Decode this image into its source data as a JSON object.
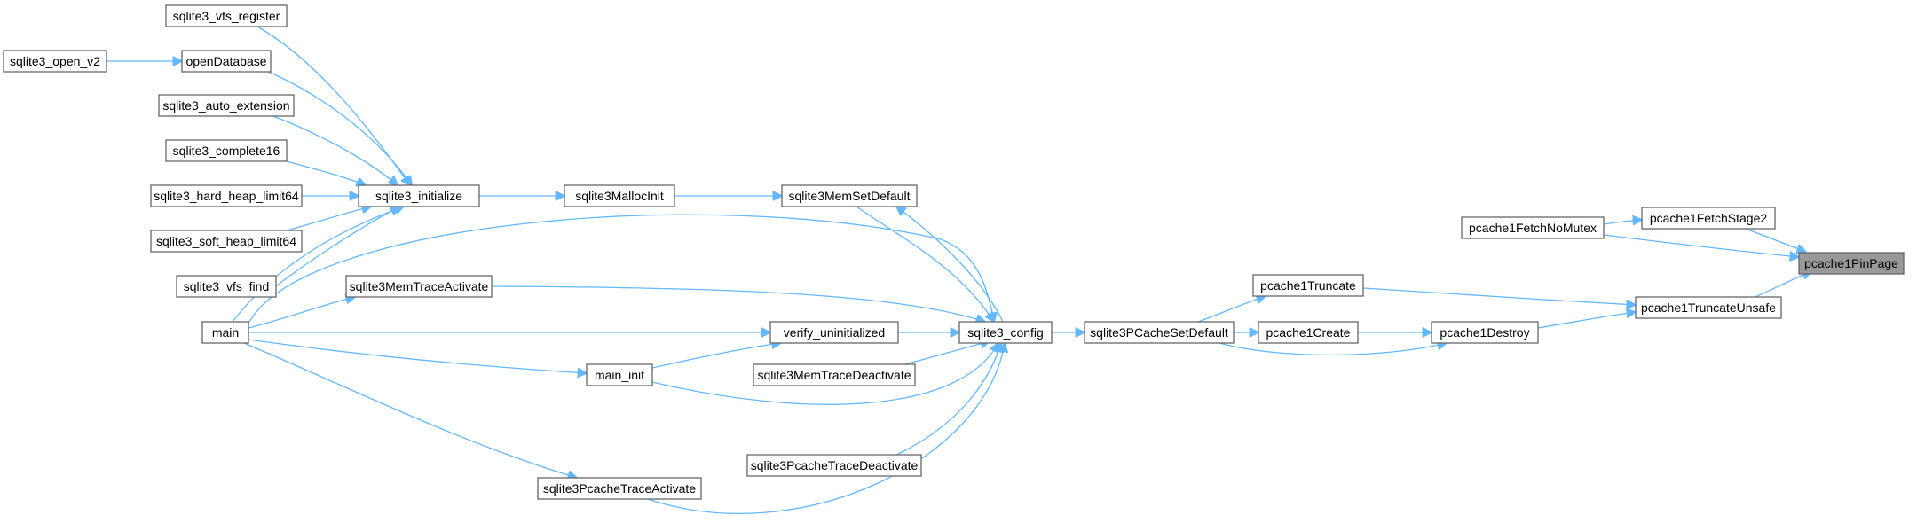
{
  "diagram": {
    "type": "call-graph",
    "colors": {
      "edge": "#63b8ff",
      "node_border": "#666666",
      "target_fill": "#999999",
      "node_fill": "#ffffff"
    },
    "nodes": [
      {
        "id": "pcache1PinPage",
        "label": "pcache1PinPage",
        "highlight": true
      },
      {
        "id": "pcache1FetchStage2",
        "label": "pcache1FetchStage2"
      },
      {
        "id": "pcache1TruncateUnsafe",
        "label": "pcache1TruncateUnsafe"
      },
      {
        "id": "pcache1FetchNoMutex",
        "label": "pcache1FetchNoMutex"
      },
      {
        "id": "pcache1Destroy",
        "label": "pcache1Destroy"
      },
      {
        "id": "pcache1Truncate",
        "label": "pcache1Truncate"
      },
      {
        "id": "pcache1Create",
        "label": "pcache1Create"
      },
      {
        "id": "sqlite3PCacheSetDefault",
        "label": "sqlite3PCacheSetDefault"
      },
      {
        "id": "sqlite3_config",
        "label": "sqlite3_config"
      },
      {
        "id": "sqlite3MemSetDefault",
        "label": "sqlite3MemSetDefault"
      },
      {
        "id": "verify_uninitialized",
        "label": "verify_uninitialized"
      },
      {
        "id": "sqlite3MemTraceDeactivate",
        "label": "sqlite3MemTraceDeactivate"
      },
      {
        "id": "sqlite3PcacheTraceDeactivate",
        "label": "sqlite3PcacheTraceDeactivate"
      },
      {
        "id": "sqlite3MallocInit",
        "label": "sqlite3MallocInit"
      },
      {
        "id": "sqlite3_initialize",
        "label": "sqlite3_initialize"
      },
      {
        "id": "sqlite3MemTraceActivate",
        "label": "sqlite3MemTraceActivate"
      },
      {
        "id": "main_init",
        "label": "main_init"
      },
      {
        "id": "sqlite3PcacheTraceActivate",
        "label": "sqlite3PcacheTraceActivate"
      },
      {
        "id": "sqlite3_vfs_register",
        "label": "sqlite3_vfs_register"
      },
      {
        "id": "openDatabase",
        "label": "openDatabase"
      },
      {
        "id": "sqlite3_auto_extension",
        "label": "sqlite3_auto_extension"
      },
      {
        "id": "sqlite3_complete16",
        "label": "sqlite3_complete16"
      },
      {
        "id": "sqlite3_hard_heap_limit64",
        "label": "sqlite3_hard_heap_limit64"
      },
      {
        "id": "sqlite3_soft_heap_limit64",
        "label": "sqlite3_soft_heap_limit64"
      },
      {
        "id": "sqlite3_vfs_find",
        "label": "sqlite3_vfs_find"
      },
      {
        "id": "main",
        "label": "main"
      },
      {
        "id": "sqlite3_open_v2",
        "label": "sqlite3_open_v2"
      }
    ],
    "edges": [
      {
        "from": "pcache1FetchStage2",
        "to": "pcache1PinPage"
      },
      {
        "from": "pcache1FetchNoMutex",
        "to": "pcache1PinPage"
      },
      {
        "from": "pcache1TruncateUnsafe",
        "to": "pcache1PinPage"
      },
      {
        "from": "pcache1FetchNoMutex",
        "to": "pcache1FetchStage2"
      },
      {
        "from": "pcache1Destroy",
        "to": "pcache1TruncateUnsafe"
      },
      {
        "from": "pcache1Truncate",
        "to": "pcache1TruncateUnsafe"
      },
      {
        "from": "pcache1Create",
        "to": "pcache1Destroy"
      },
      {
        "from": "sqlite3PCacheSetDefault",
        "to": "pcache1Destroy"
      },
      {
        "from": "sqlite3PCacheSetDefault",
        "to": "pcache1Truncate"
      },
      {
        "from": "sqlite3PCacheSetDefault",
        "to": "pcache1Create"
      },
      {
        "from": "sqlite3_config",
        "to": "sqlite3PCacheSetDefault"
      },
      {
        "from": "sqlite3MemSetDefault",
        "to": "sqlite3_config"
      },
      {
        "from": "sqlite3_config",
        "to": "sqlite3MemSetDefault"
      },
      {
        "from": "sqlite3MallocInit",
        "to": "sqlite3MemSetDefault"
      },
      {
        "from": "sqlite3_initialize",
        "to": "sqlite3MallocInit"
      },
      {
        "from": "main",
        "to": "sqlite3_config"
      },
      {
        "from": "sqlite3MemTraceActivate",
        "to": "sqlite3_config"
      },
      {
        "from": "verify_uninitialized",
        "to": "sqlite3_config"
      },
      {
        "from": "sqlite3MemTraceDeactivate",
        "to": "sqlite3_config"
      },
      {
        "from": "main_init",
        "to": "sqlite3_config"
      },
      {
        "from": "sqlite3PcacheTraceDeactivate",
        "to": "sqlite3_config"
      },
      {
        "from": "sqlite3PcacheTraceActivate",
        "to": "sqlite3_config"
      },
      {
        "from": "sqlite3_vfs_register",
        "to": "sqlite3_initialize"
      },
      {
        "from": "openDatabase",
        "to": "sqlite3_initialize"
      },
      {
        "from": "sqlite3_auto_extension",
        "to": "sqlite3_initialize"
      },
      {
        "from": "sqlite3_complete16",
        "to": "sqlite3_initialize"
      },
      {
        "from": "sqlite3_hard_heap_limit64",
        "to": "sqlite3_initialize"
      },
      {
        "from": "sqlite3_soft_heap_limit64",
        "to": "sqlite3_initialize"
      },
      {
        "from": "sqlite3_vfs_find",
        "to": "sqlite3_initialize"
      },
      {
        "from": "main",
        "to": "sqlite3_initialize"
      },
      {
        "from": "sqlite3_open_v2",
        "to": "openDatabase"
      },
      {
        "from": "main",
        "to": "sqlite3MemTraceActivate"
      },
      {
        "from": "main",
        "to": "verify_uninitialized"
      },
      {
        "from": "main",
        "to": "main_init"
      },
      {
        "from": "main_init",
        "to": "verify_uninitialized"
      },
      {
        "from": "main",
        "to": "sqlite3PcacheTraceActivate"
      }
    ]
  }
}
